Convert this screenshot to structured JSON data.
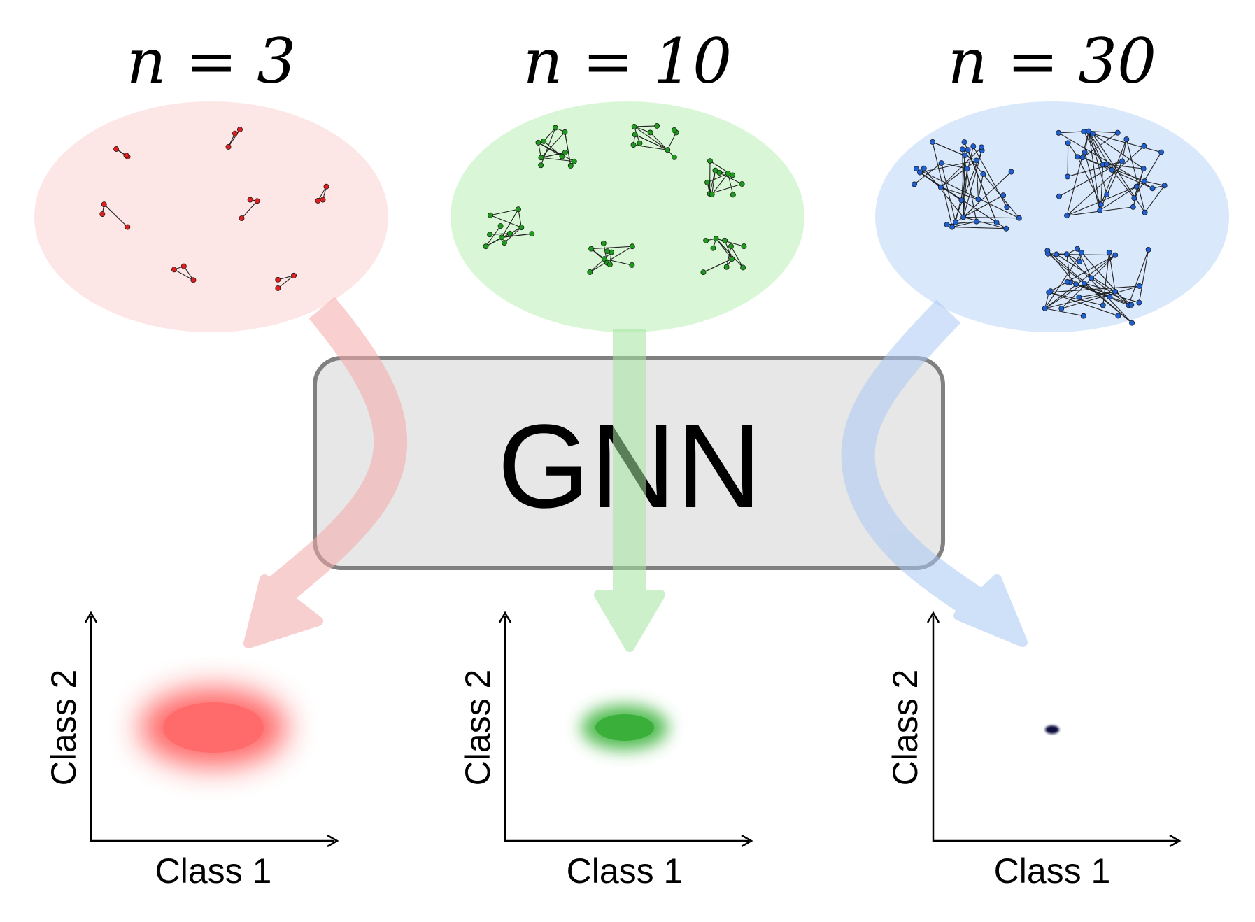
{
  "title": "",
  "model_box": {
    "label": "GNN"
  },
  "panels": [
    {
      "id": "n3",
      "n_label": "n = 3",
      "color": "#e02020",
      "bubble_color": "#fde6e6",
      "arrow_color": "#f7b9b9",
      "blob_color": "#ff6060",
      "blob_spread": "wide",
      "xlabel": "Class 1",
      "ylabel": "Class 2"
    },
    {
      "id": "n10",
      "n_label": "n = 10",
      "color": "#1f9a1f",
      "bubble_color": "#d9f7d6",
      "arrow_color": "#b6ecb3",
      "blob_color": "#3db43d",
      "blob_spread": "medium",
      "xlabel": "Class 1",
      "ylabel": "Class 2"
    },
    {
      "id": "n30",
      "n_label": "n = 30",
      "color": "#1f5fd0",
      "bubble_color": "#dae8fb",
      "arrow_color": "#c4daf8",
      "blob_color": "#0a1040",
      "blob_spread": "tight",
      "xlabel": "Class 1",
      "ylabel": "Class 2"
    }
  ],
  "colors": {
    "box_fill": "#e7e7e7",
    "box_stroke": "#808080",
    "axis": "#000000"
  }
}
